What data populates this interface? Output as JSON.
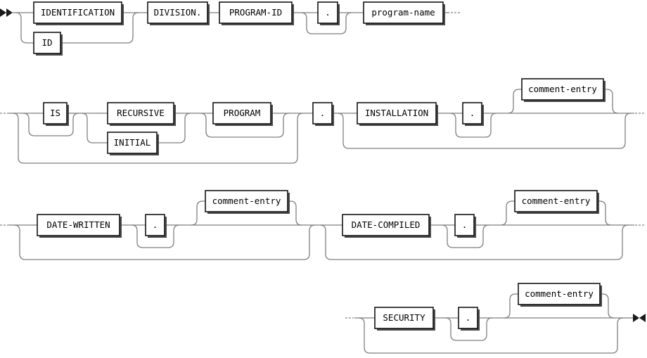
{
  "diagram": {
    "kind": "railroad-syntax-diagram",
    "subject": "COBOL IDENTIFICATION DIVISION syntax",
    "markers": {
      "start": "▶▶",
      "end": "▶◀",
      "continuation": "···"
    },
    "colors": {
      "background": "#ffffff",
      "rail": "#7f7f7f",
      "continuation_dashes": "#999999",
      "box_border": "#141414",
      "box_fill": "#ffffff",
      "box_shadow": "#4b4b4b",
      "text": "#000000"
    },
    "row1": {
      "identification": "IDENTIFICATION",
      "id": "ID",
      "division": "DIVISION.",
      "program_id": "PROGRAM-ID",
      "dot": ".",
      "program_name": "program-name"
    },
    "row2": {
      "is": "IS",
      "recursive": "RECURSIVE",
      "initial": "INITIAL",
      "program": "PROGRAM",
      "dot_a": ".",
      "installation": "INSTALLATION",
      "dot_b": ".",
      "comment_entry": "comment-entry"
    },
    "row3": {
      "date_written": "DATE-WRITTEN",
      "dot_a": ".",
      "comment_entry_a": "comment-entry",
      "date_compiled": "DATE-COMPILED",
      "dot_b": ".",
      "comment_entry_b": "comment-entry"
    },
    "row4": {
      "security": "SECURITY",
      "dot": ".",
      "comment_entry": "comment-entry"
    }
  }
}
